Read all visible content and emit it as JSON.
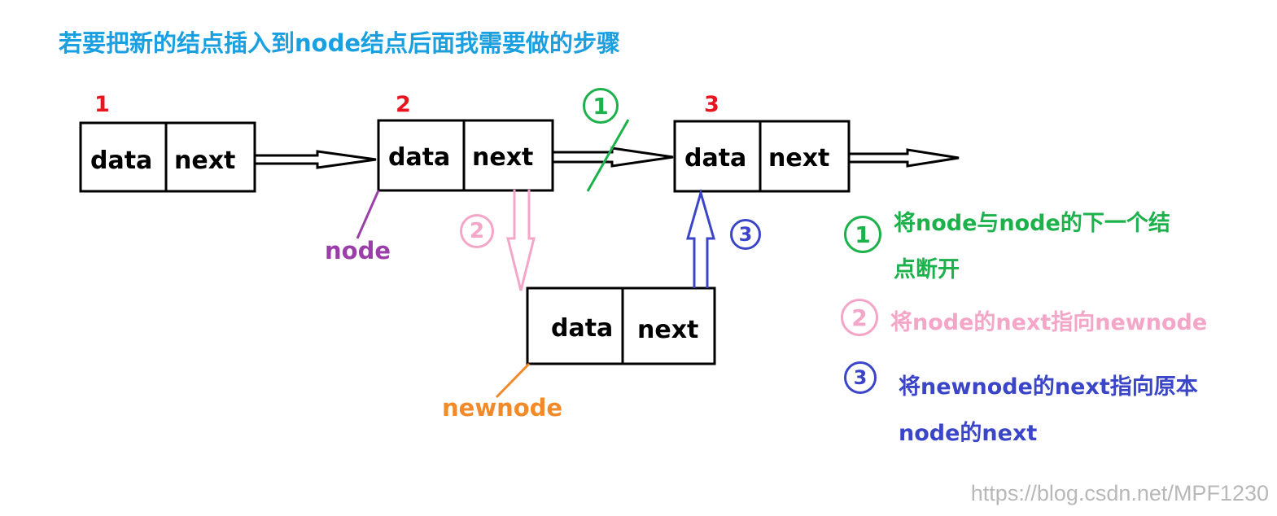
{
  "title": "若要把新的结点插入到node结点后面我需要做的步骤",
  "nodes": [
    {
      "number": "1",
      "data_label": "data",
      "next_label": "next"
    },
    {
      "number": "2",
      "data_label": "data",
      "next_label": "next"
    },
    {
      "number": "3",
      "data_label": "data",
      "next_label": "next"
    }
  ],
  "new_node": {
    "data_label": "data",
    "next_label": "next"
  },
  "pointer_labels": {
    "node": "node",
    "newnode": "newnode"
  },
  "step_markers": {
    "one": "1",
    "two": "2",
    "three": "3"
  },
  "legend": {
    "step1_marker": "1",
    "step1_line1": "将node与node的下一个结",
    "step1_line2": "点断开",
    "step2_marker": "2",
    "step2_text": "将node的next指向newnode",
    "step3_marker": "3",
    "step3_line1": "将newnode的next指向原本",
    "step3_line2": "node的next"
  },
  "watermark": "https://blog.csdn.net/MPF1230",
  "colors": {
    "title": "#1aa0e0",
    "node_number": "#e8141e",
    "step1": "#1db14b",
    "step2": "#f4a6c8",
    "step3": "#3a45c8",
    "node_pointer": "#9b3fa8",
    "newnode_pointer": "#f28a2a",
    "watermark": "#b8b8b8"
  }
}
